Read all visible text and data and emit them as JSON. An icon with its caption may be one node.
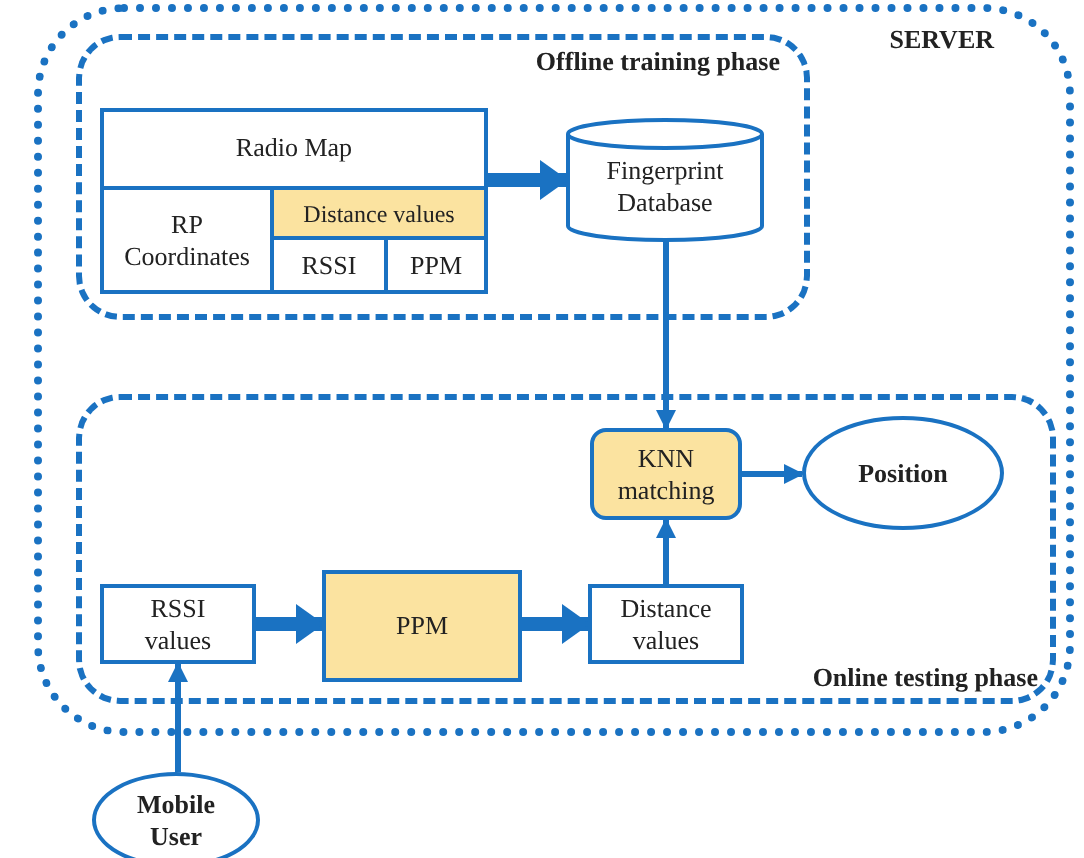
{
  "diagram": {
    "nodes": [
      {
        "text": [
          "SERVER"
        ]
      },
      {
        "text": [
          "Offline training phase"
        ],
        "in": 0
      },
      {
        "text": [
          "Radio Map"
        ],
        "in": 1
      },
      {
        "text": [
          "RP Coordinates"
        ],
        "in": 2
      },
      {
        "text": [
          "Distance values"
        ],
        "in": 2
      },
      {
        "text": [
          "RSSI"
        ],
        "in": 2
      },
      {
        "text": [
          "PPM"
        ],
        "in": 2
      },
      {
        "text": [
          "Fingerprint Database"
        ],
        "in": 1
      },
      {
        "text": [
          "Online testing phase"
        ],
        "in": 0
      },
      {
        "text": [
          "KNN matching"
        ],
        "in": 8
      },
      {
        "text": [
          "Position"
        ],
        "in": 8
      },
      {
        "text": [
          "RSSI values"
        ],
        "in": 8
      },
      {
        "text": [
          "PPM"
        ],
        "in": 8
      },
      {
        "text": [
          "Distance values"
        ],
        "in": 8
      },
      {
        "text": [
          "Mobile User"
        ]
      }
    ],
    "edges": [
      {
        "from": 2,
        "to": 7,
        "arrow": "to",
        "style": "thick"
      },
      {
        "from": 7,
        "to": 9,
        "arrow": "to"
      },
      {
        "from": 13,
        "to": 9,
        "arrow": "to"
      },
      {
        "from": 9,
        "to": 10,
        "arrow": "to"
      },
      {
        "from": 11,
        "to": 12,
        "arrow": "to",
        "style": "thick"
      },
      {
        "from": 12,
        "to": 13,
        "arrow": "to",
        "style": "thick"
      },
      {
        "from": 14,
        "to": 11,
        "arrow": "to"
      }
    ]
  }
}
